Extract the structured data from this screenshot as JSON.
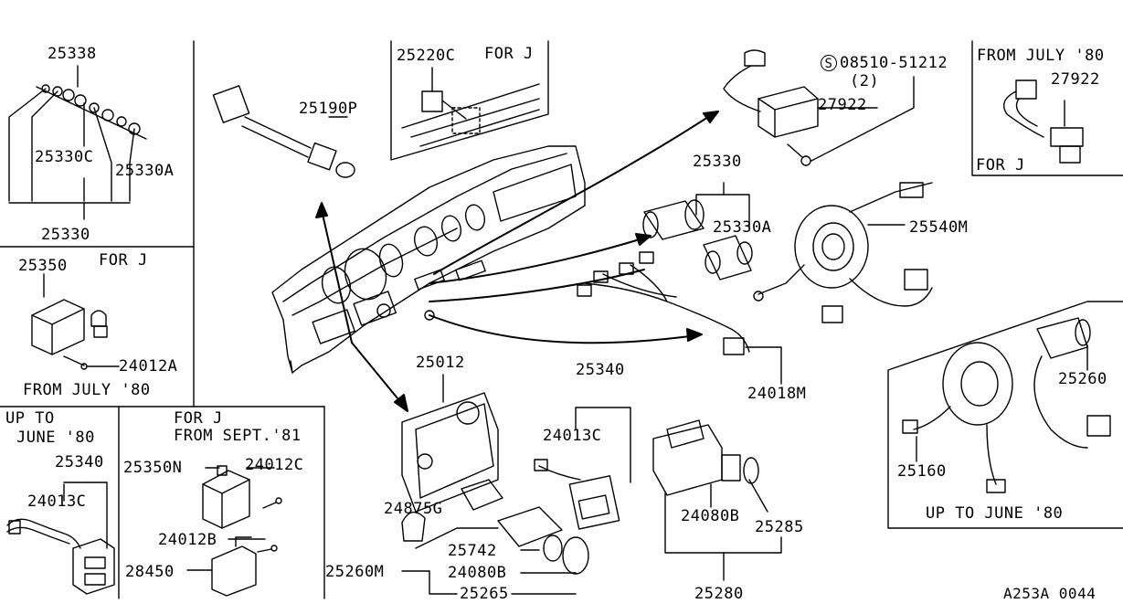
{
  "panels": {
    "top_left": {
      "labels": [
        "25338",
        "25330C",
        "25330A",
        "25330"
      ]
    },
    "mid_left": {
      "note": "FOR J",
      "labels": [
        "25350",
        "24012A"
      ],
      "footer": "FROM JULY '80"
    },
    "bottom_left_a": {
      "header_line1": "UP TO",
      "header_line2": "JUNE '80",
      "labels": [
        "25340",
        "24013C"
      ]
    },
    "bottom_left_b": {
      "header_line1": "FOR J",
      "header_line2": "FROM SEPT.'81",
      "labels": [
        "25350N",
        "24012C",
        "24012B",
        "28450"
      ]
    },
    "top_center_box": {
      "labels": [
        "25220C"
      ],
      "note": "FOR J"
    },
    "top_right_box": {
      "header": "FROM JULY '80",
      "labels": [
        "27922"
      ],
      "note": "FOR J"
    },
    "bottom_right_box": {
      "labels": [
        "25260",
        "25160"
      ],
      "footer": "UP TO JUNE '80"
    }
  },
  "main_labels": {
    "l25190p": "25190P",
    "screw_part": "08510-51212",
    "screw_qty": "(2)",
    "screw_symbol": "S",
    "l27922": "27922",
    "l25330": "25330",
    "l25330a": "25330A",
    "l25540m": "25540M",
    "l24018m": "24018M",
    "l25012": "25012",
    "l25340": "25340",
    "l24013c": "24013C",
    "l24875g": "24875G",
    "l25742": "25742",
    "l25260m": "25260M",
    "l24080b_a": "24080B",
    "l25265": "25265",
    "l24080b_b": "24080B",
    "l25285": "25285",
    "l25280": "25280"
  },
  "diagram_code": "A253A 0044"
}
